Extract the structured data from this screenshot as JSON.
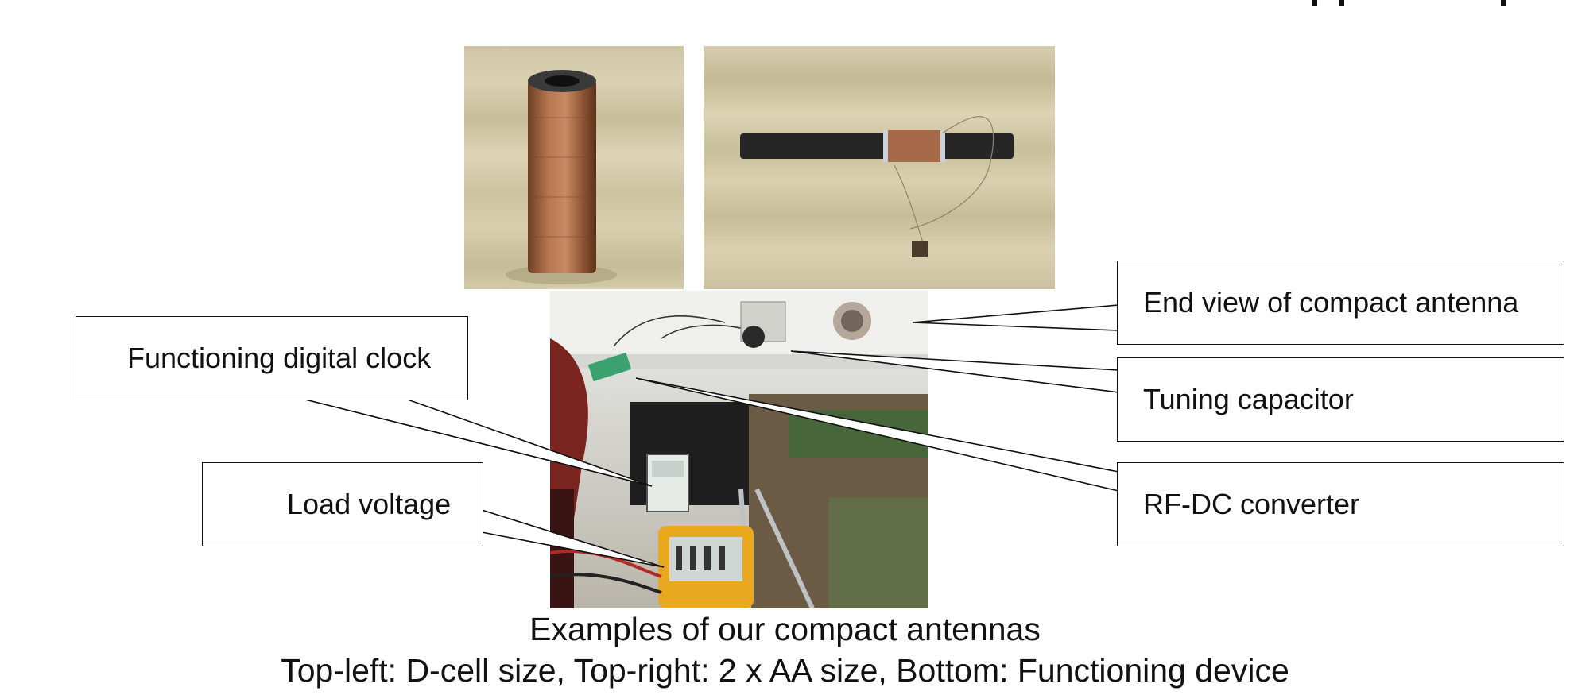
{
  "figure": {
    "callouts": {
      "clock": "Functioning digital clock",
      "load_voltage": "Load voltage",
      "end_view": "End view of compact antenna",
      "tuning_capacitor": "Tuning capacitor",
      "rf_dc": "RF-DC converter"
    },
    "caption_line1": "Examples of our compact antennas",
    "caption_line2": "Top-left: D-cell size, Top-right: 2 x AA size, Bottom: Functioning device"
  }
}
